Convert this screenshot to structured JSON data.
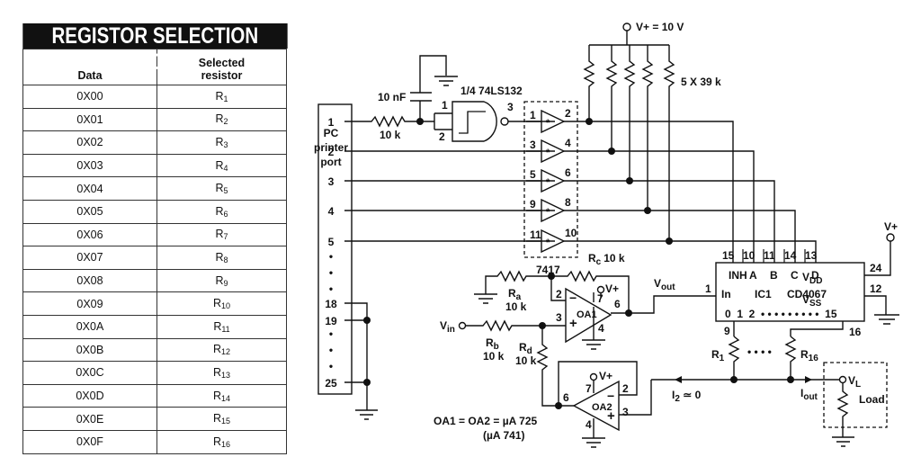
{
  "table": {
    "title": "REGISTOR SELECTION CODES",
    "headers": {
      "data": "Data",
      "selected_line1": "Selected",
      "selected_line2": "resistor"
    },
    "rows": [
      {
        "data": "0X00",
        "r": "R",
        "sub": "1"
      },
      {
        "data": "0X01",
        "r": "R",
        "sub": "2"
      },
      {
        "data": "0X02",
        "r": "R",
        "sub": "3"
      },
      {
        "data": "0X03",
        "r": "R",
        "sub": "4"
      },
      {
        "data": "0X04",
        "r": "R",
        "sub": "5"
      },
      {
        "data": "0X05",
        "r": "R",
        "sub": "6"
      },
      {
        "data": "0X06",
        "r": "R",
        "sub": "7"
      },
      {
        "data": "0X07",
        "r": "R",
        "sub": "8"
      },
      {
        "data": "0X08",
        "r": "R",
        "sub": "9"
      },
      {
        "data": "0X09",
        "r": "R",
        "sub": "10"
      },
      {
        "data": "0X0A",
        "r": "R",
        "sub": "11"
      },
      {
        "data": "0X0B",
        "r": "R",
        "sub": "12"
      },
      {
        "data": "0X0C",
        "r": "R",
        "sub": "13"
      },
      {
        "data": "0X0D",
        "r": "R",
        "sub": "14"
      },
      {
        "data": "0X0E",
        "r": "R",
        "sub": "15"
      },
      {
        "data": "0X0F",
        "r": "R",
        "sub": "16"
      }
    ]
  },
  "schematic": {
    "port": {
      "label_1": "PC",
      "label_2": "printer",
      "label_3": "port",
      "pins": [
        "1",
        "2",
        "3",
        "4",
        "5",
        "18",
        "19",
        "25"
      ],
      "ellipsis": "•"
    },
    "rc_filter": {
      "resistor": "10 k",
      "capacitor": "10 nF"
    },
    "nand": {
      "name": "1/4 74LS132",
      "pin_in1": "1",
      "pin_in2": "2",
      "pin_out": "3"
    },
    "buffer": {
      "name": "7417",
      "symbol": "*",
      "pairs": [
        [
          "1",
          "2"
        ],
        [
          "3",
          "4"
        ],
        [
          "5",
          "6"
        ],
        [
          "9",
          "8"
        ],
        [
          "11",
          "10"
        ]
      ]
    },
    "pullups": {
      "supply": "V+ = 10 V",
      "label": "5 X 39 k"
    },
    "mux": {
      "name": "IC1",
      "part": "CD4067",
      "top_pins": [
        "15",
        "10",
        "11",
        "14",
        "13"
      ],
      "top_labels": [
        "INH",
        "A",
        "B",
        "C",
        "D"
      ],
      "vdd": "V",
      "vdd_sub": "DD",
      "vdd_pin": "24",
      "vss": "V",
      "vss_sub": "SS",
      "vss_pin": "12",
      "in_label": "In",
      "in_pin": "1",
      "out_labels": "0  1  2  • • • • • • • • •  15",
      "pin9": "9",
      "pin16": "16",
      "supply": "V+"
    },
    "oa1": {
      "name": "OA1",
      "pin_inv": "2",
      "pin_noninv": "3",
      "pin_out": "6",
      "pin_vp": "7",
      "pin_gnd": "4",
      "supply": "V+",
      "minus": "−",
      "plus": "+"
    },
    "oa2": {
      "name": "OA2",
      "pin_inv": "2",
      "pin_noninv": "3",
      "pin_out": "6",
      "pin_vp": "7",
      "pin_gnd": "4",
      "supply": "V+",
      "minus": "−",
      "plus": "+"
    },
    "resistors": {
      "ra": "R",
      "ra_sub": "a",
      "ra_val": "10 k",
      "rb": "R",
      "rb_sub": "b",
      "rb_val": "10 k",
      "rc": "R",
      "rc_sub": "c",
      "rc_val": "10 k",
      "rd": "R",
      "rd_sub": "d",
      "rd_val": "10 k",
      "r1": "R",
      "r1_sub": "1",
      "r16": "R",
      "r16_sub": "16",
      "dots": "• • • •"
    },
    "signals": {
      "vin": "V",
      "vin_sub": "in",
      "vout": "V",
      "vout_sub": "out",
      "i2": "I",
      "i2_sub": "2",
      "i2_tail": " ≃ 0",
      "iout": "I",
      "iout_sub": "out",
      "vl": "V",
      "vl_sub": "L",
      "load": "Load"
    },
    "note_1": "OA1 = OA2 = µA 725",
    "note_2": "(µA 741)"
  }
}
